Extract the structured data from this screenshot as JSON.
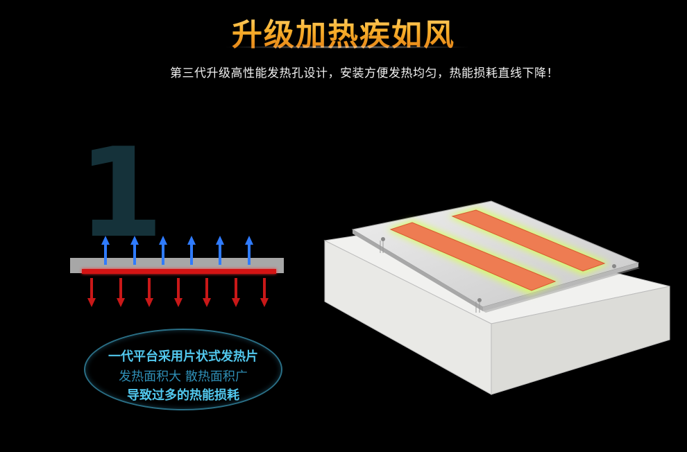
{
  "header": {
    "title": "升级加热疾如风",
    "subtitle": "第三代升级高性能发热孔设计，安装方便发热均匀，热能损耗直线下降！"
  },
  "number_badge": "1",
  "diagram": {
    "up_arrow_color": "#2f7bff",
    "down_arrow_color": "#c91818",
    "plate_color": "#a7a7a7",
    "strip_color": "#d41414"
  },
  "callout": {
    "line1": "一代平台采用片状式发热片",
    "line2": "发热面积大 散热面积广",
    "line3": "导致过多的热能损耗"
  },
  "colors": {
    "background": "#000000",
    "title_gold": "#f7b12a",
    "accent_blue": "#52c8ee",
    "heater_orange": "#ee7c52",
    "heater_glow": "#d8ff5a"
  }
}
